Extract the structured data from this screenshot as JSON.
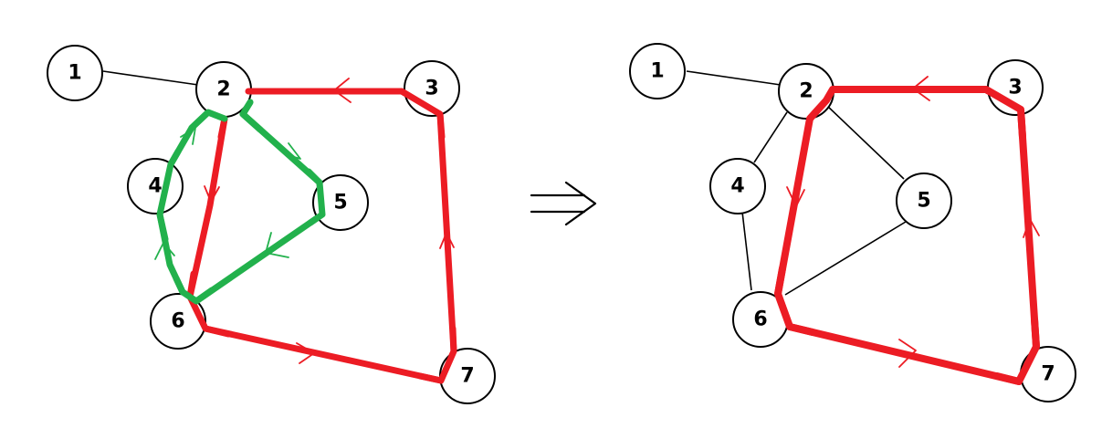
{
  "colors": {
    "red_path": "#ec1c24",
    "green_path": "#22b14c",
    "edge": "#000000",
    "node_fill": "#ffffff",
    "node_stroke": "#000000"
  },
  "graphs": [
    {
      "nodes": [
        {
          "id": "1",
          "label": "1"
        },
        {
          "id": "2",
          "label": "2"
        },
        {
          "id": "3",
          "label": "3"
        },
        {
          "id": "4",
          "label": "4"
        },
        {
          "id": "5",
          "label": "5"
        },
        {
          "id": "6",
          "label": "6"
        },
        {
          "id": "7",
          "label": "7"
        }
      ],
      "edges": [
        {
          "from": "1",
          "to": "2",
          "style": "thin"
        }
      ],
      "cycles": [
        {
          "color": "red",
          "sequence": [
            "2",
            "6",
            "7",
            "3",
            "2"
          ]
        },
        {
          "color": "green",
          "sequence": [
            "2",
            "5",
            "6",
            "4",
            "2"
          ]
        }
      ]
    },
    {
      "nodes": [
        {
          "id": "1",
          "label": "1"
        },
        {
          "id": "2",
          "label": "2"
        },
        {
          "id": "3",
          "label": "3"
        },
        {
          "id": "4",
          "label": "4"
        },
        {
          "id": "5",
          "label": "5"
        },
        {
          "id": "6",
          "label": "6"
        },
        {
          "id": "7",
          "label": "7"
        }
      ],
      "edges": [
        {
          "from": "1",
          "to": "2",
          "style": "thin"
        },
        {
          "from": "2",
          "to": "4",
          "style": "thin"
        },
        {
          "from": "4",
          "to": "6",
          "style": "thin"
        },
        {
          "from": "2",
          "to": "5",
          "style": "thin"
        },
        {
          "from": "5",
          "to": "6",
          "style": "thin"
        }
      ],
      "cycles": [
        {
          "color": "red",
          "sequence": [
            "2",
            "6",
            "7",
            "3",
            "2"
          ]
        }
      ]
    }
  ],
  "transition_symbol": "implies-arrow"
}
